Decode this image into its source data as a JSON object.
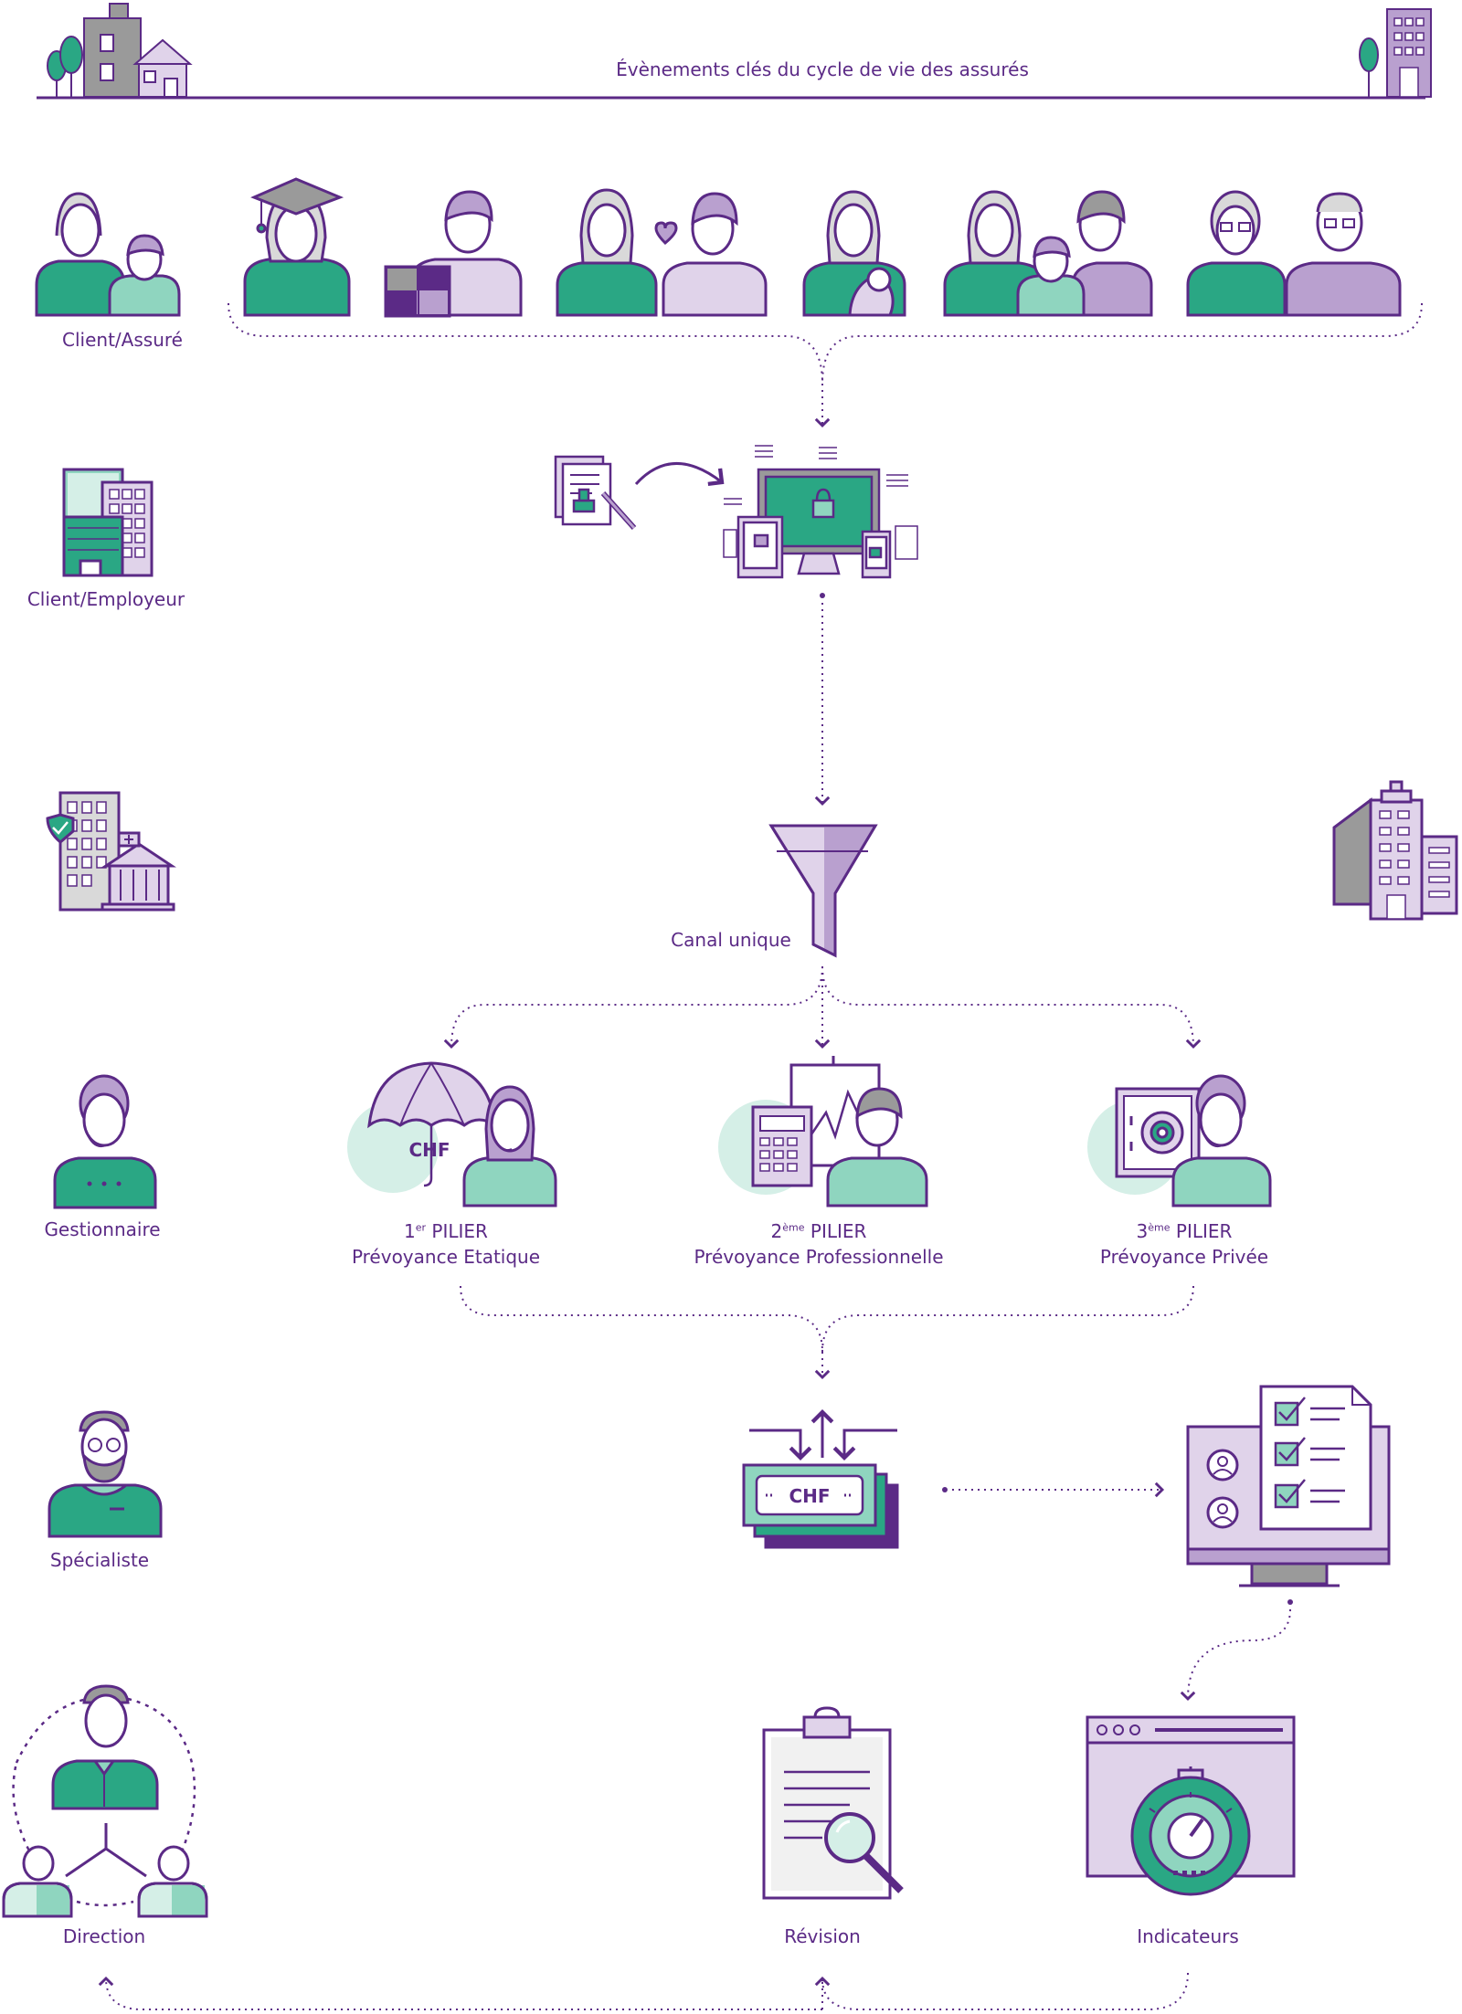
{
  "header": {
    "title": "Évènements clés du cycle de vie des assurés"
  },
  "roles": {
    "client_assure": "Client/Assuré",
    "client_employeur": "Client/Employeur",
    "gestionnaire": "Gestionnaire",
    "specialiste": "Spécialiste",
    "direction": "Direction"
  },
  "channel": {
    "label": "Canal unique"
  },
  "currency": {
    "symbol": "CHF"
  },
  "pillars": [
    {
      "ordinal": "1",
      "suffix": "er",
      "word": "PILIER",
      "name": "Prévoyance Etatique"
    },
    {
      "ordinal": "2",
      "suffix": "ème",
      "word": "PILIER",
      "name": "Prévoyance Professionnelle"
    },
    {
      "ordinal": "3",
      "suffix": "ème",
      "word": "PILIER",
      "name": "Prévoyance Privée"
    }
  ],
  "outputs": {
    "revision": "Révision",
    "indicateurs": "Indicateurs"
  },
  "colors": {
    "purple_dark": "#5b2a86",
    "purple_light": "#e0d3ea",
    "purple_mid": "#b9a0cf",
    "green": "#2aa784",
    "green_light": "#8fd5bf",
    "mint_pale": "#d5efe7",
    "gray": "#9a9a9a",
    "gray_light": "#d9d9d9"
  }
}
